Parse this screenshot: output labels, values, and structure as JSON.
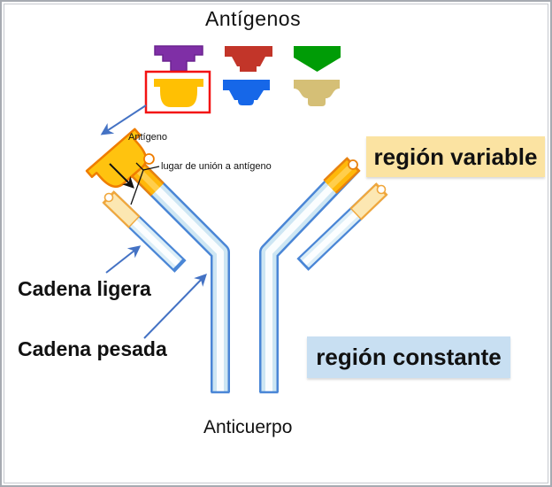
{
  "title": "Antígenos",
  "antigen_panel": {
    "selected_antigen": "yellow",
    "antigens": [
      {
        "id": "purple",
        "color": "#7F2FA6"
      },
      {
        "id": "red",
        "color": "#C23529"
      },
      {
        "id": "green",
        "color": "#009C06"
      },
      {
        "id": "yellow",
        "color": "#FFC003",
        "selected": true
      },
      {
        "id": "blue",
        "color": "#1667E8"
      },
      {
        "id": "tan",
        "color": "#D5BF76"
      }
    ]
  },
  "labels": {
    "antigen": "Antígeno",
    "binding_site": "lugar de unión a antígeno",
    "variable_region": "región variable",
    "constant_region": "región constante",
    "light_chain": "Cadena ligera",
    "heavy_chain": "Cadena pesada",
    "antibody": "Anticuerpo"
  },
  "colors": {
    "variable_region_bg": "#FBE3A2",
    "constant_region_bg": "#C8DFF2",
    "chain_outline": "#4A86D6",
    "chain_fill": "#CDE6F3",
    "heavy_chain_tip": "#FFB80A",
    "heavy_chain_tip_outline": "#E8820F",
    "light_chain_tip": "#FCE7B2",
    "light_chain_tip_outline": "#F0A73C",
    "bound_antigen_fill": "#FFC30F",
    "bound_antigen_outline": "#EF7D00",
    "arrow_blue": "#4472C4",
    "selection_box": "#F31212"
  }
}
